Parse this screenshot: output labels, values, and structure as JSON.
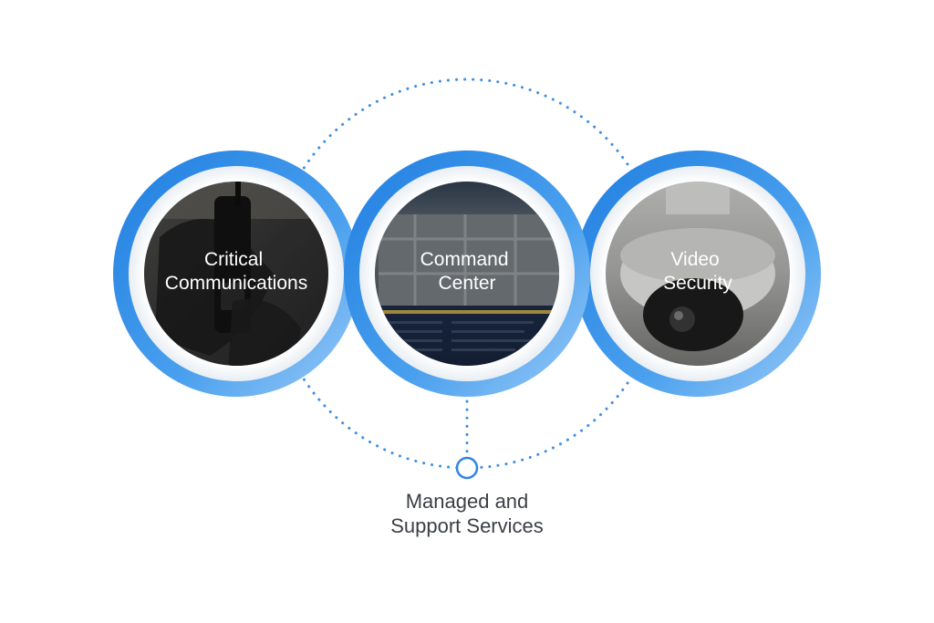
{
  "diagram": {
    "services": [
      {
        "label_line1": "Critical",
        "label_line2": "Communications",
        "image": "radio-handset-photo"
      },
      {
        "label_line1": "Command",
        "label_line2": "Center",
        "image": "monitor-map-photo"
      },
      {
        "label_line1": "Video",
        "label_line2": "Security",
        "image": "dome-camera-photo"
      }
    ],
    "hub": {
      "label_line1": "Managed and",
      "label_line2": "Support Services"
    }
  },
  "colors": {
    "ring_dark": "#1f7ee0",
    "ring_light": "#8ec3f6",
    "dots": "#3d8fe0",
    "text_dark": "#3b3f45"
  }
}
